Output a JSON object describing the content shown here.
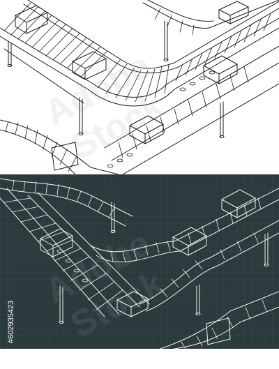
{
  "illustration": {
    "top_panel": {
      "style": "line-art",
      "background": "#ffffff",
      "stroke": "#1a1a1a"
    },
    "bottom_panel": {
      "style": "blueprint",
      "background": "#2b3a3d",
      "stroke": "#f2f2e8",
      "grid": "#3b4d50"
    }
  },
  "watermark": {
    "text": "Adobe Stock"
  },
  "stock_id": "#602935423"
}
